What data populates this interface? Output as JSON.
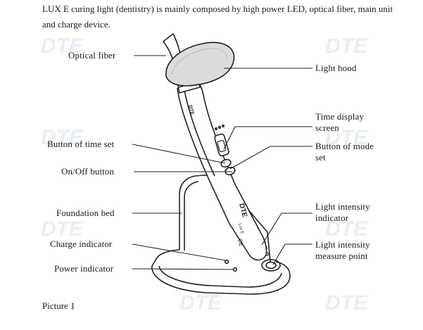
{
  "intro_text": "LUX E curing light (dentistry) is mainly composed by high power LED, optical fiber, main unit and charge device.",
  "watermark": "DTE",
  "device": {
    "brand_mark": "DTE",
    "model_mark": "Lux E",
    "ce_mark": "CE"
  },
  "labels_left": {
    "optical_fiber": "Optical fiber",
    "button_time_set": "Button of time set",
    "on_off_button": "On/Off button",
    "foundation_bed": "Foundation bed",
    "charge_indicator": "Charge indicator",
    "power_indicator": "Power indicator"
  },
  "labels_right": {
    "light_hood": "Light  hood",
    "time_display_line1": "Time display",
    "time_display_line2": "screen",
    "button_mode_line1": "Button of mode",
    "button_mode_line2": "set",
    "light_intensity_indicator_line1": "Light intensity",
    "light_intensity_indicator_line2": "indicator",
    "light_intensity_measure_line1": "Light intensity",
    "light_intensity_measure_line2": "measure point"
  },
  "caption": "Picture 1"
}
